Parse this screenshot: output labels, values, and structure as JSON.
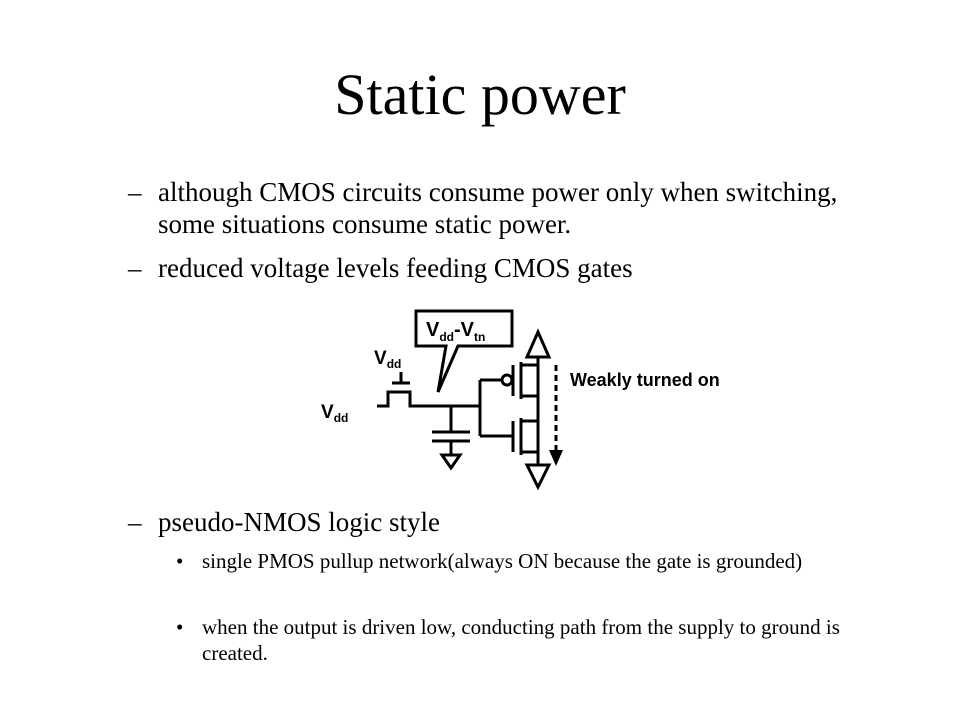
{
  "slide": {
    "title": "Static power",
    "bullets_top": [
      {
        "marker": "–",
        "text": "although CMOS circuits consume power only when switching, some situations consume static power."
      },
      {
        "marker": "–",
        "text": "reduced voltage levels feeding CMOS gates"
      }
    ],
    "bullets_bottom": {
      "marker": "–",
      "text": "pseudo-NMOS logic style",
      "sub": [
        {
          "marker": "•",
          "text": "single PMOS pullup network(always ON because the gate is grounded)"
        },
        {
          "marker": "•",
          "text": "when the output is driven low, conducting path from the supply to ground is created."
        }
      ]
    }
  },
  "diagram": {
    "callout_main": "V",
    "callout_sub1": "dd",
    "callout_dash": "-V",
    "callout_sub2": "tn",
    "vdd_top_main": "V",
    "vdd_top_sub": "dd",
    "vdd_left_main": "V",
    "vdd_left_sub": "dd",
    "current_label": "Weakly turned on"
  }
}
